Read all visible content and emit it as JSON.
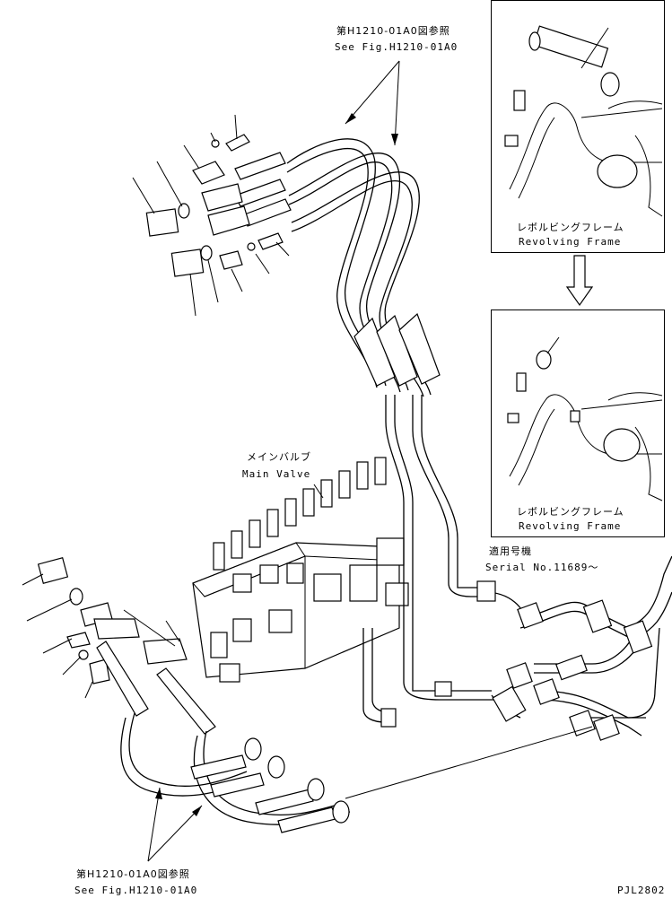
{
  "ref_top": {
    "jp": "第H1210-01A0図参照",
    "en": "See Fig.H1210-01A0"
  },
  "ref_bottom": {
    "jp": "第H1210-01A0図参照",
    "en": "See Fig.H1210-01A0"
  },
  "main_valve": {
    "jp": "メインバルブ",
    "en": "Main Valve"
  },
  "inset_top": {
    "jp": "レボルビングフレーム",
    "en": "Revolving Frame"
  },
  "inset_bottom": {
    "jp": "レボルビングフレーム",
    "en": "Revolving Frame"
  },
  "serial": {
    "jp": "適用号機",
    "en": "Serial No.11689～"
  },
  "drawing_code": "PJL2802"
}
